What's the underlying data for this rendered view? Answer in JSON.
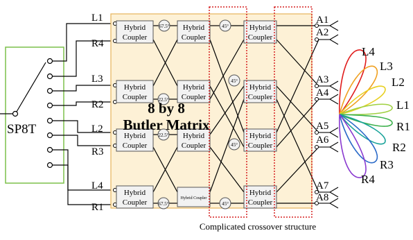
{
  "switch": {
    "label": "SP8T"
  },
  "ports_left": {
    "p1": "L1",
    "p2": "R4",
    "p3": "L3",
    "p4": "R2",
    "p5": "L2",
    "p6": "R3",
    "p7": "L4",
    "p8": "R1"
  },
  "ports_right": {
    "a1": "A1",
    "a2": "A2",
    "a3": "A3",
    "a4": "A4",
    "a5": "A5",
    "a6": "A6",
    "a7": "A7",
    "a8": "A8"
  },
  "matrix": {
    "title_line1": "8 by 8",
    "title_line2": "Butler Matrix"
  },
  "couplers": {
    "line1": "Hybrid",
    "line2": "Coupler",
    "small": "Hybrid Coupler"
  },
  "phase_shifters": {
    "c1_top": "67.5°",
    "c1_b2": "22.5°",
    "c1_b3": "22.5°",
    "c1_bottom": "67.5°",
    "c3_top": "45°",
    "c3_b2": "45°",
    "c3_b3": "45°",
    "c3_bottom": "45°"
  },
  "caption": "Complicated crossover structure",
  "beams": [
    "L4",
    "L3",
    "L2",
    "L1",
    "R1",
    "R2",
    "R3",
    "R4"
  ],
  "colors": {
    "switch_border": "#7cc04a",
    "matrix_fill": "#fdf1d6",
    "matrix_border": "#e7b35a",
    "coupler_fill": "#f2f2f2",
    "dashed_box": "#d62020",
    "beam_L4": "#e01b1b",
    "beam_L3": "#f0a020",
    "beam_L2": "#e8d020",
    "beam_L1": "#9fd040",
    "beam_R1": "#3cb04c",
    "beam_R2": "#1aa39a",
    "beam_R3": "#2a6ac8",
    "beam_R4": "#8a3ad0"
  }
}
